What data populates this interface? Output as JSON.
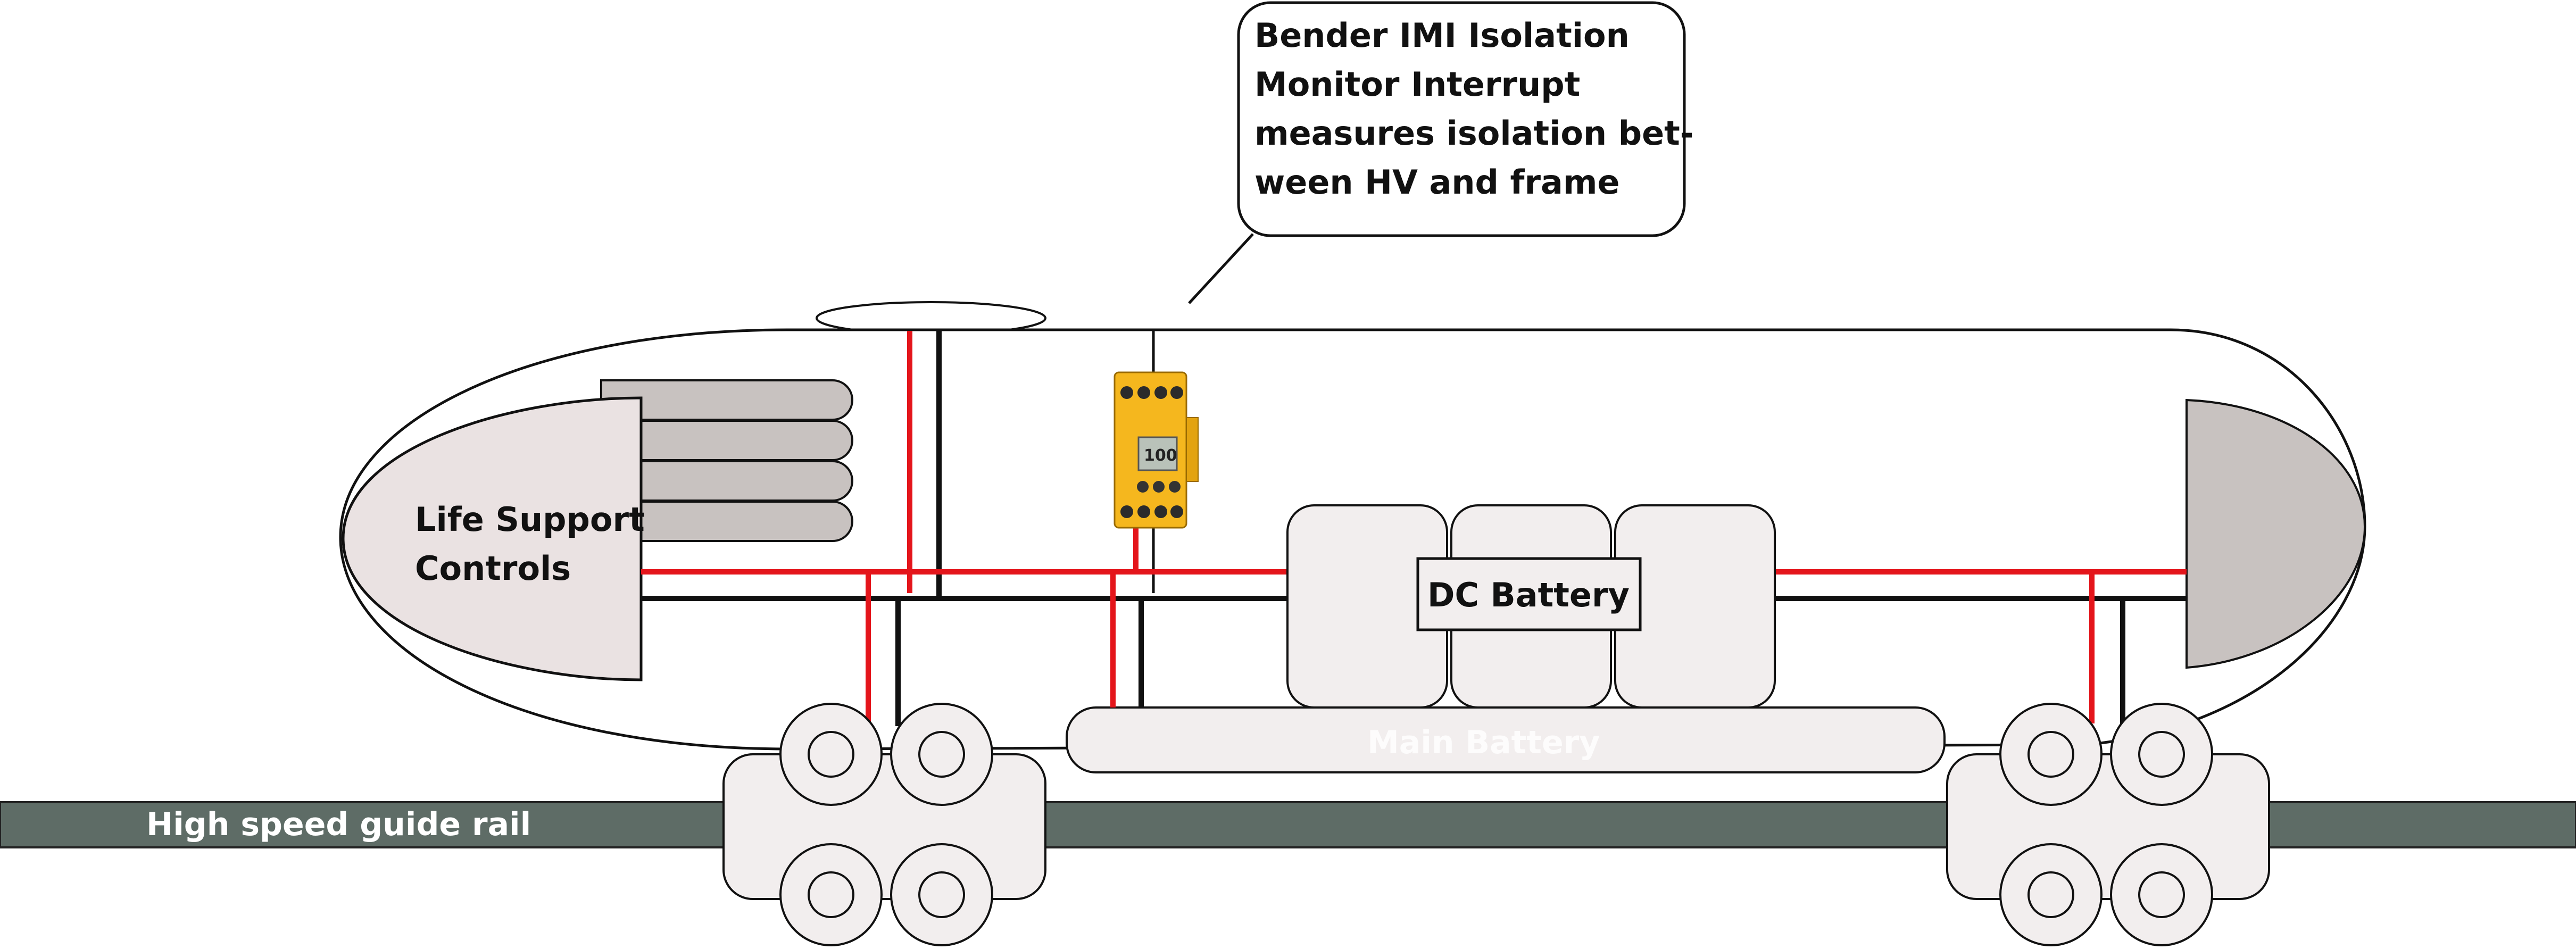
{
  "callout": {
    "lines": [
      "Bender IMI Isolation",
      "Monitor Interrupt",
      "measures isolation bet-",
      "ween HV and frame"
    ]
  },
  "life_support": {
    "lines": [
      "Life Support",
      "Controls"
    ]
  },
  "dc_battery": {
    "label": "DC Battery"
  },
  "main_battery": {
    "label": "Main Battery"
  },
  "rail": {
    "label": "High speed  guide rail"
  },
  "monitor_display": {
    "label": "100"
  },
  "colors": {
    "hv_wire": "#e4151b",
    "frame_wire": "#111111",
    "rail": "#5e6c66",
    "battery_fill": "#f2eeee",
    "control_fill": "#eae2e2",
    "nose_fill": "#c8c2c0",
    "monitor": "#f5b71e"
  }
}
